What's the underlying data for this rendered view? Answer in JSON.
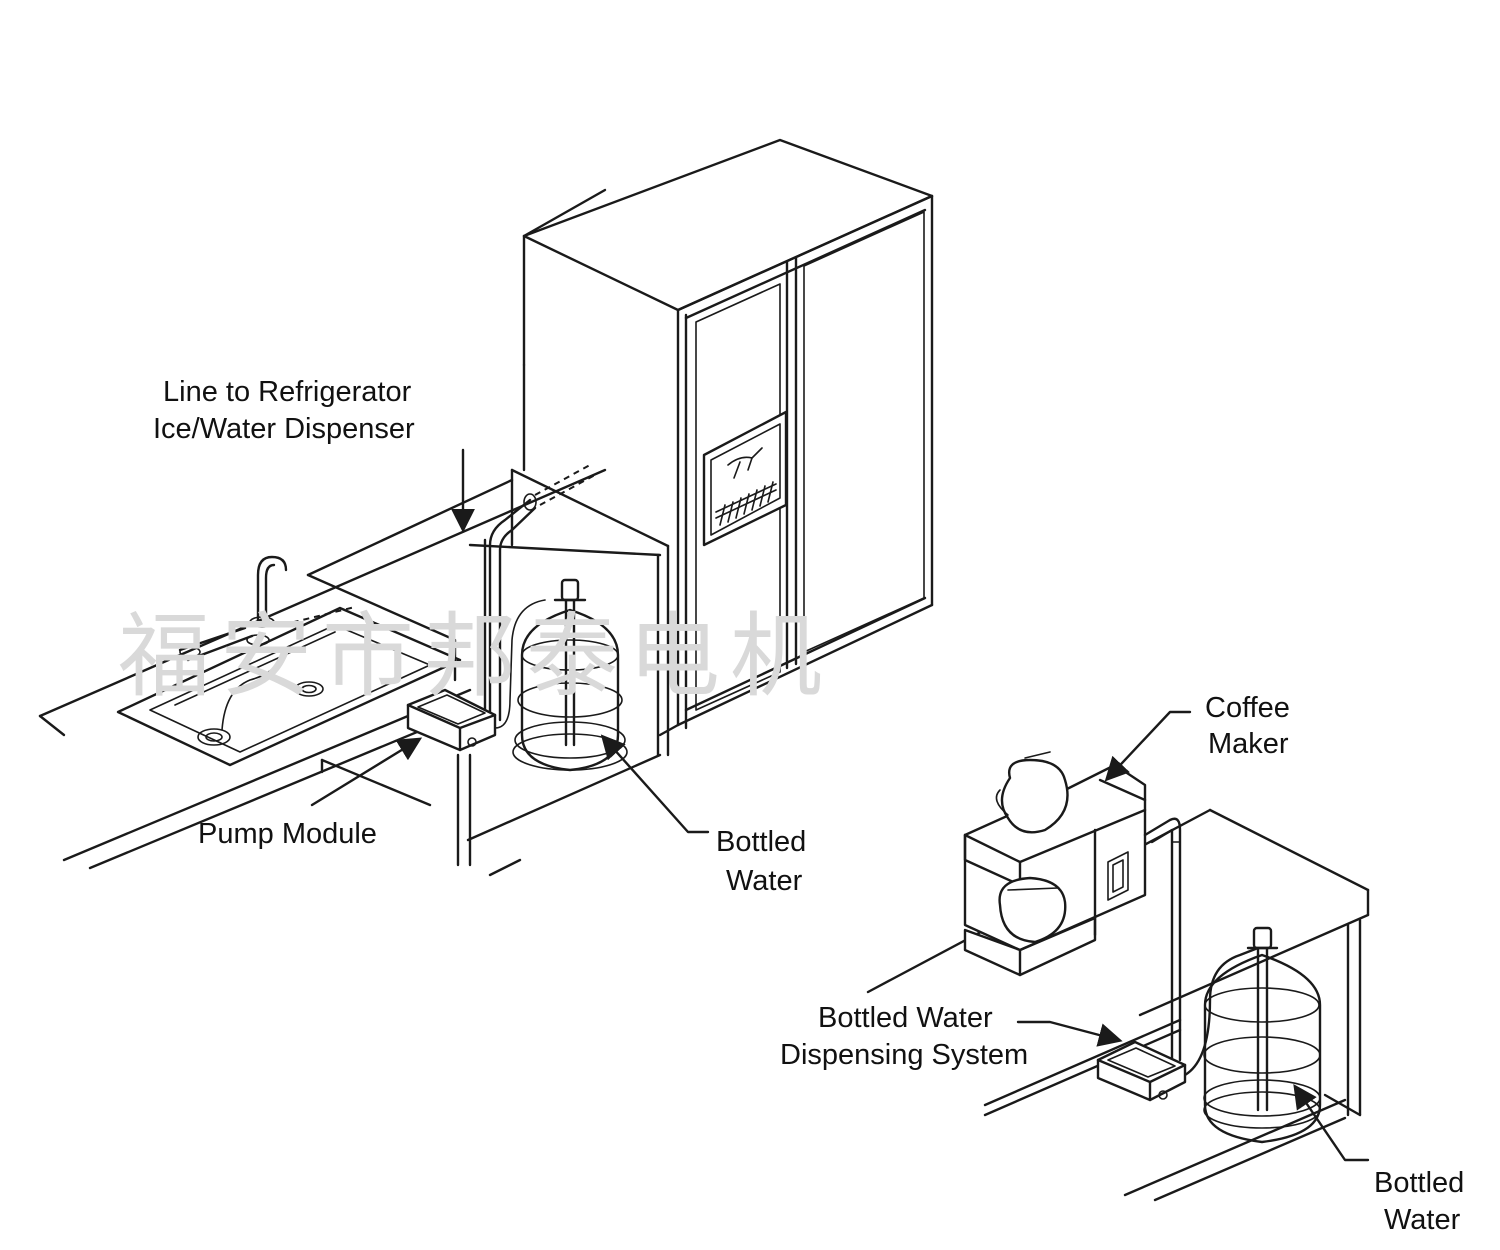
{
  "labels": {
    "line_to_fridge_1": "Line to Refrigerator",
    "line_to_fridge_2": "Ice/Water Dispenser",
    "pump_module": "Pump Module",
    "bottled_water_1_a": "Bottled",
    "bottled_water_1_b": "Water",
    "coffee_maker_a": "Coffee",
    "coffee_maker_b": "Maker",
    "dispensing_system_a": "Bottled Water",
    "dispensing_system_b": "Dispensing System",
    "bottled_water_2_a": "Bottled",
    "bottled_water_2_b": "Water"
  },
  "watermark": "福安市邦泰电机",
  "colors": {
    "line": "#1a1a1a",
    "watermark": "#d9d9d9",
    "background": "#ffffff"
  }
}
